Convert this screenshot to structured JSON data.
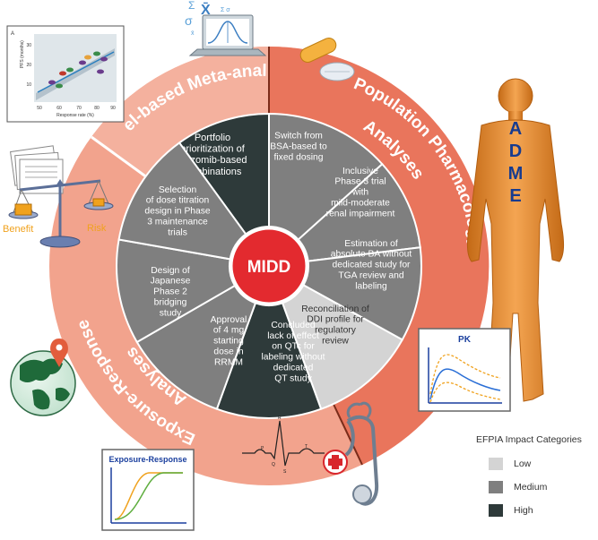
{
  "center": {
    "label": "MIDD",
    "color": "#e32a2f"
  },
  "rings": {
    "model_based": "Model-based Meta-analysis",
    "popPK_line1": "Population Pharmacology",
    "popPK_line2": "Analyses",
    "exposure_line1": "Exposure-Response",
    "exposure_line2": "Analyses"
  },
  "segments": [
    {
      "id": "portfolio",
      "level": "High",
      "lines": [
        "Portfolio",
        "prioritization of",
        "ixazomib-based",
        "combinations"
      ]
    },
    {
      "id": "bsa",
      "level": "Medium",
      "lines": [
        "Switch from",
        "BSA-based to",
        "fixed dosing"
      ]
    },
    {
      "id": "renal",
      "level": "Medium",
      "lines": [
        "Inclusive",
        "Phase 3 trial",
        "with",
        "mild-moderate",
        "renal impairment"
      ]
    },
    {
      "id": "ba",
      "level": "Medium",
      "lines": [
        "Estimation of",
        "absolute BA without",
        "dedicated study for",
        "TGA review and",
        "labeling"
      ]
    },
    {
      "id": "ddi",
      "level": "Low",
      "lines": [
        "Reconciliation of",
        "DDI profile for",
        "regulatory",
        "review"
      ]
    },
    {
      "id": "qtc",
      "level": "High",
      "lines": [
        "Concluded",
        "lack of effect",
        "on QTc for",
        "labeling without",
        "dedicated",
        "QT study"
      ]
    },
    {
      "id": "approval",
      "level": "Medium",
      "lines": [
        "Approval",
        "of 4 mg",
        "starting",
        "dose in",
        "RRMM"
      ]
    },
    {
      "id": "japanese",
      "level": "Medium",
      "lines": [
        "Design of",
        "Japanese",
        "Phase 2",
        "bridging",
        "study"
      ]
    },
    {
      "id": "titration",
      "level": "Medium",
      "lines": [
        "Selection",
        "of dose titration",
        "design in Phase",
        "3 maintenance",
        "trials"
      ]
    }
  ],
  "icons": {
    "adme": "ADME",
    "pk": "PK",
    "exposure_response": "Exposure-Response",
    "benefit": "Benefit",
    "risk": "Risk",
    "scatter": {
      "tag": "A",
      "xlabel": "Response rate (%)",
      "ylabel": "PFS (months)",
      "xticks": [
        "50",
        "60",
        "70",
        "80",
        "90"
      ],
      "yticks": [
        "10",
        "20",
        "30"
      ]
    },
    "ecg": [
      "P",
      "Q",
      "R",
      "S",
      "T"
    ],
    "laptop_symbols": [
      "Σ",
      "X̄",
      "Σ σ",
      "σ",
      "x̄"
    ]
  },
  "legend": {
    "title": "EFPIA Impact Categories",
    "items": [
      {
        "label": "Low",
        "color": "#d4d4d4"
      },
      {
        "label": "Medium",
        "color": "#7f7f7f"
      },
      {
        "label": "High",
        "color": "#2e3a3a"
      }
    ]
  },
  "colors": {
    "low": "#d4d4d4",
    "medium": "#7f7f7f",
    "high": "#2e3a3a",
    "ring_light": "#f2a38d",
    "ring_dark": "#e9755c"
  }
}
